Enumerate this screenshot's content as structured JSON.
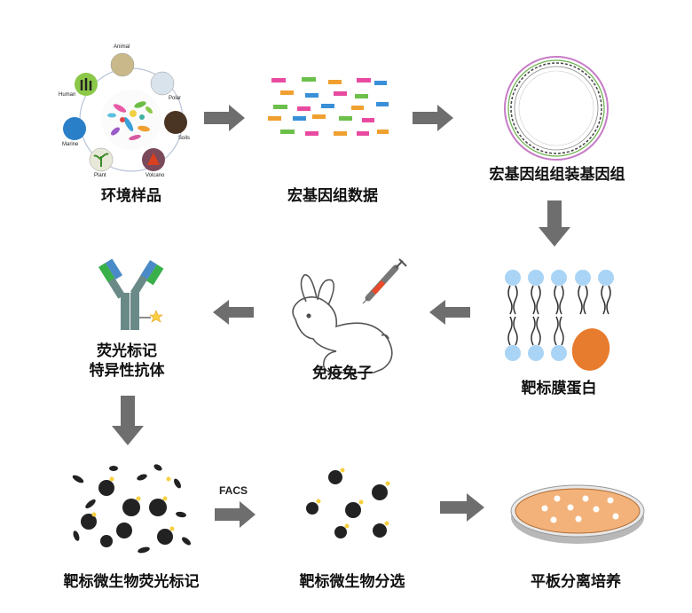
{
  "steps": {
    "env_sample": "环境样品",
    "meta_data": "宏基因组数据",
    "assembly": "宏基因组组装基因组",
    "target_protein": "靶标膜蛋白",
    "immunize": "免疫兔子",
    "antibody_line1": "荧光标记",
    "antibody_line2": "特异性抗体",
    "label_microbe": "靶标微生物荧光标记",
    "sort_microbe": "靶标微生物分选",
    "plate_culture": "平板分离培养"
  },
  "facs_label": "FACS",
  "sample_ring_labels": [
    "Animal",
    "Polar",
    "Soils",
    "Volcano",
    "Plant",
    "Marine",
    "Human"
  ],
  "colors": {
    "arrow": "#6e6e6e",
    "lipid_head": "#a9d4f5",
    "protein": "#e87c2e",
    "plate_medium": "#f2b27a",
    "fluor": "#f7d040"
  }
}
